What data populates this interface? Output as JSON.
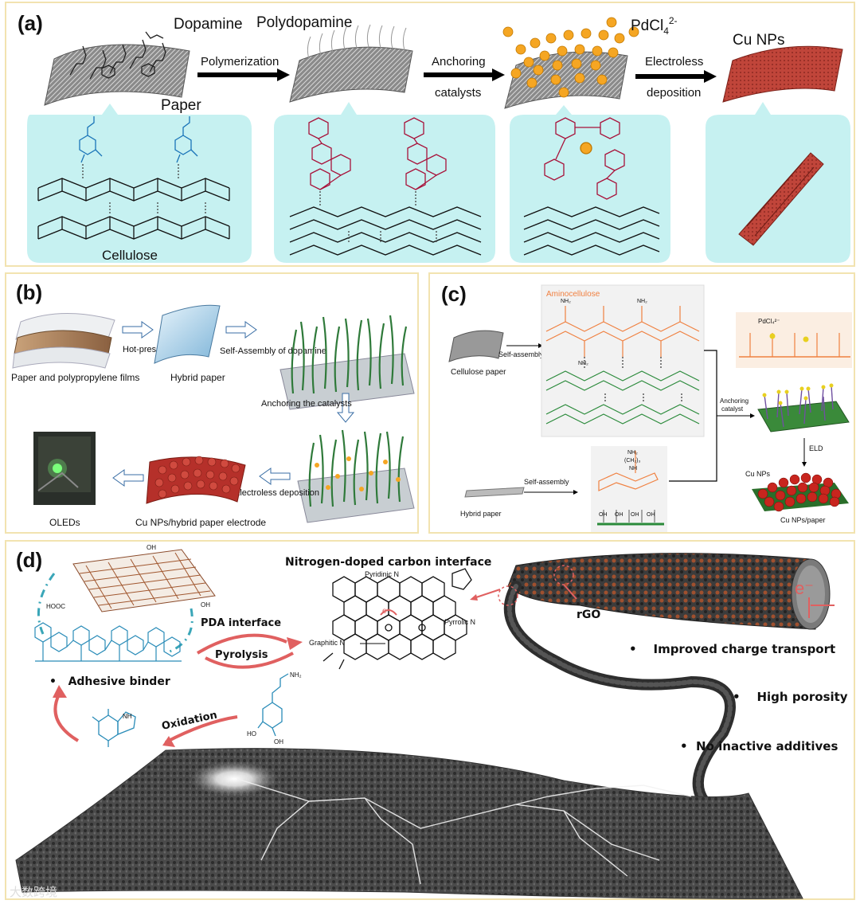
{
  "panel_a": {
    "label": "(a)",
    "stages": [
      "Dopamine",
      "Polydopamine",
      "Cu NPs"
    ],
    "pdcl": "PdCl",
    "pdcl_sub": "4",
    "pdcl_sup": "2-",
    "paper": "Paper",
    "cellulose": "Cellulose",
    "arrows": [
      "Polymerization",
      "Anchoring",
      "catalysts",
      "Electroless",
      "deposition"
    ]
  },
  "panel_b": {
    "label": "(b)",
    "captions": [
      "Paper and polypropylene films",
      "Hybrid paper",
      "OLEDs",
      "Cu NPs/hybrid paper electrode"
    ],
    "steps": [
      "Hot-press",
      "Self-Assembly of dopamine",
      "Anchoring the catalysts",
      "Electroless deposition"
    ]
  },
  "panel_c": {
    "label": "(c)",
    "aminocellulose": "Aminocellulose",
    "cellulose_paper": "Cellulose paper",
    "hybrid_paper": "Hybrid paper",
    "self_assembly_1": "Self-assembly",
    "self_assembly_2": "Self-assembly",
    "anchoring": "Anchoring",
    "catalyst": "catalyst",
    "eld": "ELD",
    "cu_nps": "Cu NPs",
    "cu_nps_paper": "Cu NPs/paper",
    "pdcl": "PdCl₄²⁻",
    "nh2": "NH₂",
    "ch2": "(CH₂)₃",
    "nh": "NH",
    "oh": "OH"
  },
  "panel_d": {
    "label": "(d)",
    "title": "Nitrogen-doped carbon interface",
    "n_labels": [
      "Pyridinic N",
      "Pyrrolic N",
      "Graphitic N"
    ],
    "e_label": "e⁻",
    "rgo": "rGO",
    "pda_interface": "PDA interface",
    "pyrolysis": "Pyrolysis",
    "oxidation": "Oxidation",
    "adhesive": "Adhesive binder",
    "bullets": [
      "Improved charge transport",
      "High porosity",
      "No inactive additives"
    ],
    "hooc": "HOOC",
    "oh": "OH",
    "nh": "NH",
    "nh2": "NH₂",
    "ho": "HO"
  },
  "watermark": "大数跨境",
  "colors": {
    "frame": "#f2e3b0",
    "cyan_bubble": "#c6f1f1",
    "cu_red": "#b5302a",
    "pda_red": "#a8123a",
    "dopamine_blue": "#1a74b8",
    "nitrogen_pink": "#e06060",
    "orange": "#f08040",
    "green": "#2a8a3a"
  }
}
